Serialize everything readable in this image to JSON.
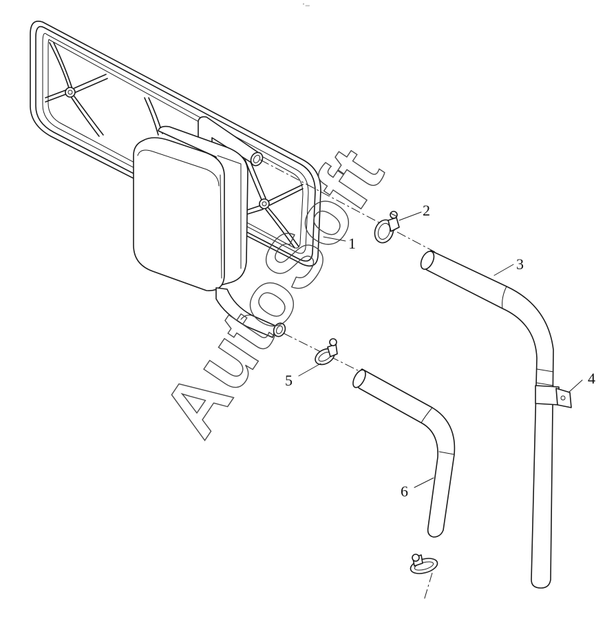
{
  "callouts": {
    "c1": "1",
    "c2": "2",
    "c3": "3",
    "c4": "4",
    "c5": "5",
    "c6": "6"
  },
  "watermark": "AutoSoft",
  "header_mark": "ᴿ ₚₚₚ",
  "colors": {
    "line": "#1a1a1a",
    "background": "#ffffff"
  }
}
